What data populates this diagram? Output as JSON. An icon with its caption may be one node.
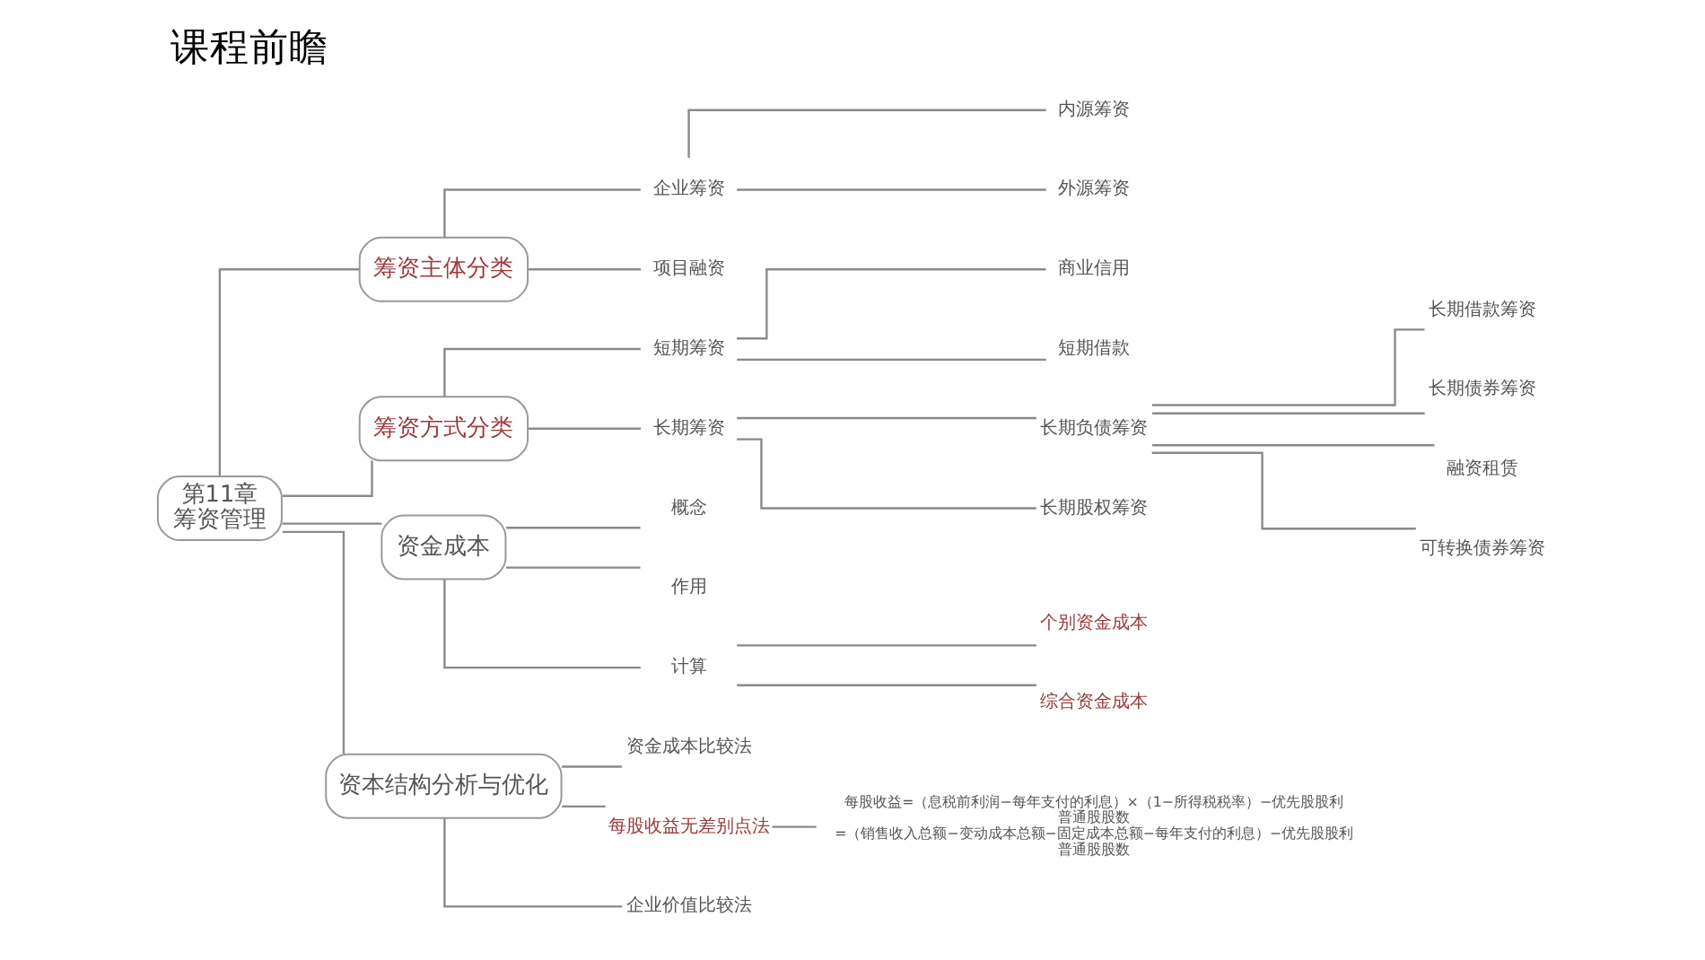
{
  "diagram": {
    "title": "课程前瞻",
    "nodes": [
      {
        "text": [
          "第11章",
          "筹资管理"
        ]
      },
      {
        "text": [
          "筹资主体分类"
        ]
      },
      {
        "text": [
          "企业筹资"
        ]
      },
      {
        "text": [
          "内源筹资"
        ]
      },
      {
        "text": [
          "外源筹资"
        ]
      },
      {
        "text": [
          "项目融资"
        ]
      },
      {
        "text": [
          "筹资方式分类"
        ]
      },
      {
        "text": [
          "短期筹资"
        ]
      },
      {
        "text": [
          "商业信用"
        ]
      },
      {
        "text": [
          "短期借款"
        ]
      },
      {
        "text": [
          "长期筹资"
        ]
      },
      {
        "text": [
          "长期负债筹资"
        ]
      },
      {
        "text": [
          "长期借款筹资"
        ]
      },
      {
        "text": [
          "长期债券筹资"
        ]
      },
      {
        "text": [
          "融资租赁"
        ]
      },
      {
        "text": [
          "可转换债券筹资"
        ]
      },
      {
        "text": [
          "长期股权筹资"
        ]
      },
      {
        "text": [
          "资金成本"
        ]
      },
      {
        "text": [
          "概念"
        ]
      },
      {
        "text": [
          "作用"
        ]
      },
      {
        "text": [
          "计算"
        ]
      },
      {
        "text": [
          "个别资金成本"
        ]
      },
      {
        "text": [
          "综合资金成本"
        ]
      },
      {
        "text": [
          "资本结构分析与优化"
        ]
      },
      {
        "text": [
          "资金成本比较法"
        ]
      },
      {
        "text": [
          "每股收益无差别点法"
        ]
      },
      {
        "text": [
          "企业价值比较法"
        ]
      },
      {
        "text": [
          "每股收益=（息税前利润−每年支付的利息）×（1−所得税税率）−优先股股利",
          "普通股股数",
          "=（销售收入总额−变动成本总额−固定成本总额−每年支付的利息）−优先股股利",
          "普通股股数"
        ]
      }
    ],
    "edges": [
      {
        "from": 0,
        "to": 1,
        "arrow": "none"
      },
      {
        "from": 1,
        "to": 2,
        "arrow": "none"
      },
      {
        "from": 2,
        "to": 3,
        "arrow": "none"
      },
      {
        "from": 2,
        "to": 4,
        "arrow": "none"
      },
      {
        "from": 1,
        "to": 5,
        "arrow": "none"
      },
      {
        "from": 0,
        "to": 6,
        "arrow": "none"
      },
      {
        "from": 6,
        "to": 7,
        "arrow": "none"
      },
      {
        "from": 7,
        "to": 8,
        "arrow": "none"
      },
      {
        "from": 7,
        "to": 9,
        "arrow": "none"
      },
      {
        "from": 6,
        "to": 10,
        "arrow": "none"
      },
      {
        "from": 10,
        "to": 11,
        "arrow": "none"
      },
      {
        "from": 11,
        "to": 12,
        "arrow": "none"
      },
      {
        "from": 11,
        "to": 13,
        "arrow": "none"
      },
      {
        "from": 11,
        "to": 14,
        "arrow": "none"
      },
      {
        "from": 11,
        "to": 15,
        "arrow": "none"
      },
      {
        "from": 10,
        "to": 16,
        "arrow": "none"
      },
      {
        "from": 0,
        "to": 17,
        "arrow": "none"
      },
      {
        "from": 17,
        "to": 18,
        "arrow": "none"
      },
      {
        "from": 17,
        "to": 19,
        "arrow": "none"
      },
      {
        "from": 17,
        "to": 20,
        "arrow": "none"
      },
      {
        "from": 20,
        "to": 21,
        "arrow": "none"
      },
      {
        "from": 20,
        "to": 22,
        "arrow": "none"
      },
      {
        "from": 0,
        "to": 23,
        "arrow": "none"
      },
      {
        "from": 23,
        "to": 24,
        "arrow": "none"
      },
      {
        "from": 23,
        "to": 25,
        "arrow": "none"
      },
      {
        "from": 23,
        "to": 26,
        "arrow": "none"
      },
      {
        "from": 25,
        "to": 27,
        "arrow": "none"
      }
    ]
  }
}
